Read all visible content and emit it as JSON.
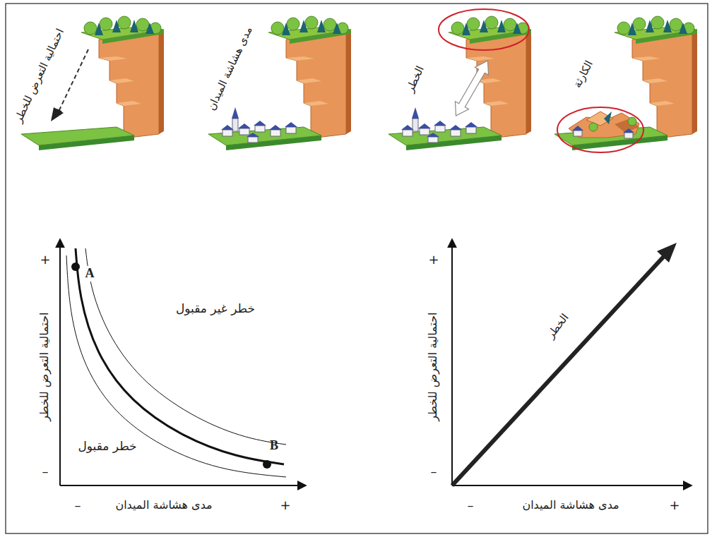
{
  "diagram": {
    "labels": [
      "احتمالية التعرض للخطر",
      "مدى هشاشة الميدان",
      "الخطر",
      "الكارثة",
      "+",
      "–",
      "احتمالية التعرض للخطر",
      "A",
      "خطر غير مقبول",
      "خطر مقبول",
      "B",
      "–",
      "مدى هشاشة الميدان",
      "+",
      "+",
      "–",
      "احتمالية التعرض للخطر",
      "الخطر",
      "–",
      "مدى هشاشة الميدان",
      "+"
    ]
  }
}
